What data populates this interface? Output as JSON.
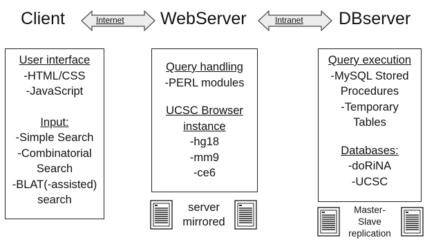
{
  "tiers": {
    "client": "Client",
    "webserver": "WebServer",
    "dbserver": "DBserver"
  },
  "connections": {
    "internet": "Internet",
    "intranet": "Intranet"
  },
  "client_box": {
    "heading": "User interface",
    "line1": "-HTML/CSS",
    "line2": "-JavaScript",
    "input_heading": "Input:",
    "input1": "-Simple Search",
    "input2a": "-Combinatorial",
    "input2b": "Search",
    "input3a": "-BLAT(-assisted)",
    "input3b": "search"
  },
  "web_box": {
    "heading": "Query handling",
    "line1": "-PERL modules",
    "browser_heading_1": "UCSC Browser",
    "browser_heading_2": "instance",
    "item1": "-hg18",
    "item2": "-mm9",
    "item3": "-ce6",
    "caption_1": "server",
    "caption_2": "mirrored"
  },
  "db_box": {
    "heading": "Query execution",
    "line1": "-MySQL Stored",
    "line2": "Procedures",
    "line3": "-Temporary",
    "line4": "Tables",
    "db_heading": "Databases:",
    "db1": "-doRiNA",
    "db2": "-UCSC",
    "caption_1": "Master-",
    "caption_2": "Slave",
    "caption_3": "replication"
  },
  "icons": [
    "server-icon"
  ]
}
